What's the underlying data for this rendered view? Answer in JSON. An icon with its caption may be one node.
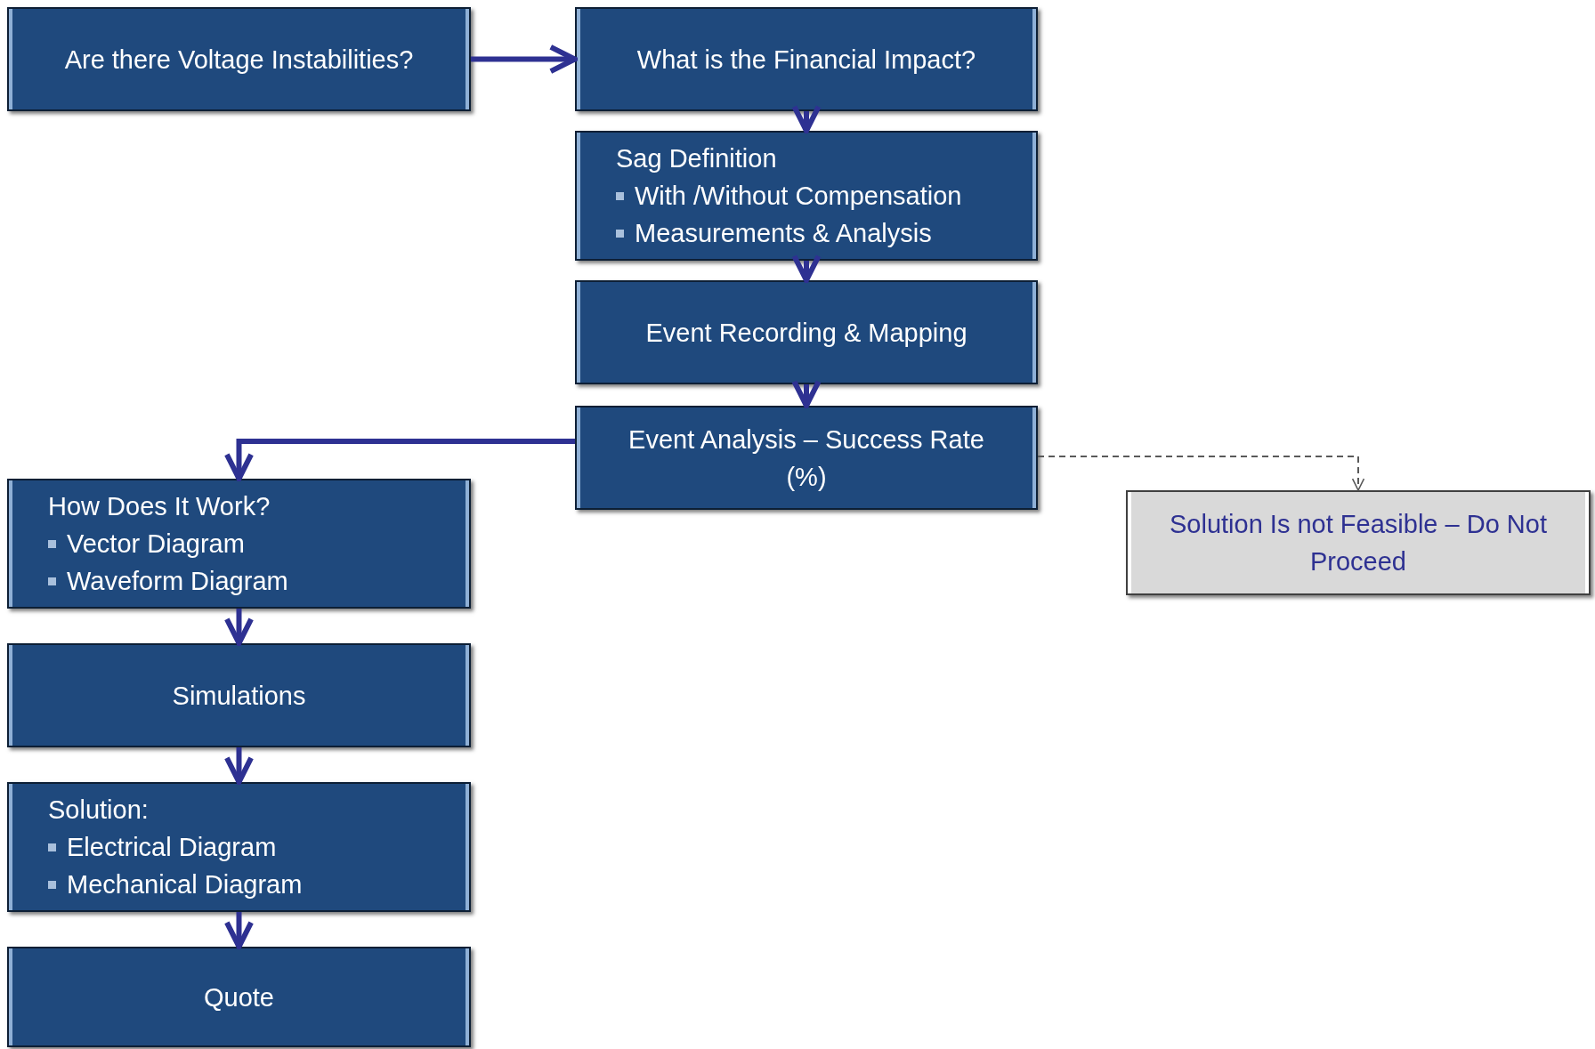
{
  "diagram": {
    "nodes": [
      {
        "text": [
          "Are there Voltage Instabilities?"
        ]
      },
      {
        "text": [
          "What is the Financial Impact?"
        ]
      },
      {
        "text": [
          "Sag Definition",
          "With /Without Compensation",
          "Measurements & Analysis"
        ]
      },
      {
        "text": [
          "Event Recording & Mapping"
        ]
      },
      {
        "text": [
          "Event Analysis – Success Rate (%)"
        ]
      },
      {
        "text": [
          "How Does It Work?",
          "Vector Diagram",
          "Waveform Diagram"
        ]
      },
      {
        "text": [
          "Simulations"
        ]
      },
      {
        "text": [
          "Solution:",
          "Electrical Diagram",
          "Mechanical Diagram"
        ]
      },
      {
        "text": [
          "Quote"
        ]
      },
      {
        "text": [
          "Solution Is not Feasible – Do Not Proceed"
        ]
      }
    ],
    "edges": [
      {
        "from": 0,
        "to": 1,
        "arrow": "to"
      },
      {
        "from": 1,
        "to": 2,
        "arrow": "to"
      },
      {
        "from": 2,
        "to": 3,
        "arrow": "to"
      },
      {
        "from": 3,
        "to": 4,
        "arrow": "to"
      },
      {
        "from": 4,
        "to": 5,
        "arrow": "to"
      },
      {
        "from": 5,
        "to": 6,
        "arrow": "to"
      },
      {
        "from": 6,
        "to": 7,
        "arrow": "to"
      },
      {
        "from": 7,
        "to": 8,
        "arrow": "to"
      },
      {
        "from": 4,
        "to": 9,
        "arrow": "to",
        "style": "dashed",
        "color": "#595959"
      }
    ]
  }
}
